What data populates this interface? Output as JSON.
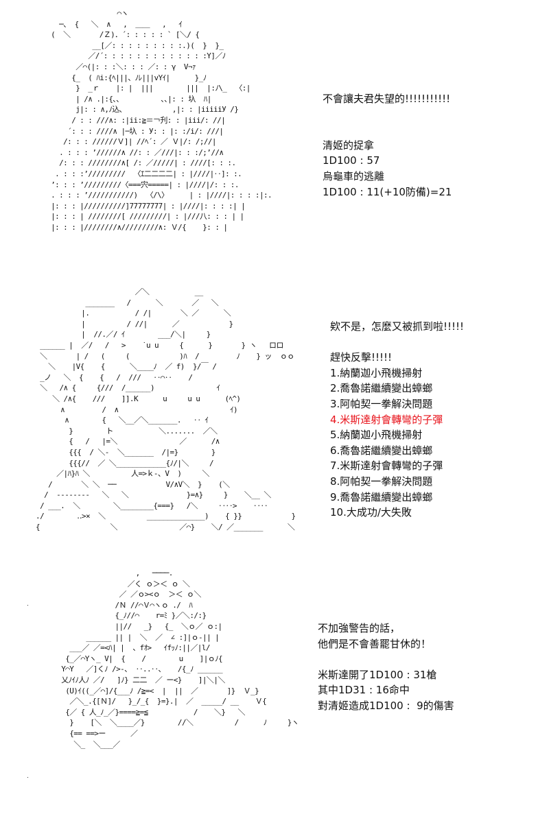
{
  "panels": [
    {
      "id": "panel-1",
      "ascii_art": [
        "                    ⌒ヽ",
        "      ─、 {   ＼  ∧   ,  ＿＿   ,   ｲ",
        "    (  ＼       /Ｚ)．´: : : : : ` [＼/ {",
        "              __[／: : : : : : : : :.)(  }  }_",
        "             ／/´: : : : : : : : : : : : :Y]／ﾉ",
        "          ／⌒(|: : :＼: : : ／: : γ  V¬ｧ",
        "         {_  ( ﾊi:{ﾍ|||、ﾉﾚ|||vYｲ|      }_ﾉ",
        "          }  _ｒ    |: |  |||        |||  |:ﾉ\\_  〈:|",
        "          | /∧ .|:{､､          ､､|: : 圦  ﾊ|",
        "          j|: : ∧,ﾉ込､            ,|: : |iiiiiУ /}",
        "         / : : ///∧: :|ii:≧＝￢刋: : |iii/: //|",
        "        ´: : : ////∧ |─圦 : У: : |: :/i/: ///|",
        "       /: : : //////Ｖ]| //ﾍ´: ／ Ｖ|/: /;//|",
        "      . : : : ’//////∧ //: : ／///|: : :/;’//∧",
        "      /: : : ////////∧[ /: ／/////| : ////[: : :.",
        "     . : : :’/////////  〈ｴ二二二二| : |////|‥]: :.",
        "    ’: : : ’/////////〈===宍=====| : |////|/: : :.",
        "    . : : : ’///////////)  〈/\\〉     | : |////|: : : :|:.",
        "    |: : : |//////////]77777777| : |////|: : : :| |",
        "    |: : : | ////////[ /////////| : |///八: : : | |",
        "    |: : : |////////∧/////////∧: Ｖ/{    }: : |"
      ],
      "text": [
        {
          "text": "不會讓夫君失望的!!!!!!!!!!!",
          "color": "#111111"
        },
        {
          "gap": true
        },
        {
          "gap": true
        },
        {
          "text": "清姬的捉拿",
          "color": "#111111"
        },
        {
          "text": "1D100 : 57",
          "color": "#111111"
        },
        {
          "text": "烏龜車的逃離",
          "color": "#111111"
        },
        {
          "text": "1D100 : 11(+10防備)=21",
          "color": "#111111"
        }
      ]
    },
    {
      "id": "panel-2",
      "ascii_art": [
        "                          ／＼           __",
        "              _______   /      ＼       ／   ＼",
        "             |.           / /|       ＼ ／      ＼",
        "             |          / //|      ／            }",
        "             |  //.／/ ｲ        ___/＼|     }",
        "   ______ |  ／/   /   >    ˙u u     {      }       } ヽ   ロロ",
        "   ＼       | /   (     (            )ﾊ  /         ﾉ    } ッ  ｏｏ",
        "     ＼    |V{    {      ＼____ﾉ  ／ f)  }/￣ /",
        "   _ノ   ＼  {    {   /  ///   ‥⌒‥    /",
        "   ＼   /∧ {     {///  /______)               ｲ",
        "      ＼ /∧{    ///    ]].K      u     u u      (ﾍ^)",
        "        ∧         /  ∧                           ｲ)",
        "         ∧        {   ＼__／＼_______.   ‥ ｲ",
        "          }        ト           ＼.......  ／＼",
        "          {   /   |=＼               ／      /∧",
        "          {{{  / ＼-  ＼_______  /|=}        }",
        "          {{{//  ／ ＼____________{ﾉ/|＼     /",
        "       ／|ﾊ}ﾊ ＼          人=>ｋ-、V  )     ＼",
        "     /       ＼ ＼  ──            V/∧V＼  }    (＼",
        "    /  --------   ＼   ＼              }=∧}     }    ＼__ ＼",
        "   / ___.  ＼        ＼________{===}   /＼     ‥‥>    ‥‥",
        "  ./        ‥>×  ＼          ______________)    { }}            }",
        "  {                 ＼               ／⌒}    ＼/ ／_______      ＼"
      ],
      "text": [
        {
          "text": "欸不是，怎麼又被抓到啦!!!!!",
          "color": "#111111"
        },
        {
          "gap": true
        },
        {
          "text": "趕快反擊!!!!!",
          "color": "#111111"
        },
        {
          "text": "1.納蘭迦小飛機掃射",
          "color": "#111111"
        },
        {
          "text": "2.喬魯諾繼續變出蟑螂",
          "color": "#111111"
        },
        {
          "text": "3.阿帕契一拳解決問題",
          "color": "#111111"
        },
        {
          "text": "4.米斯達射會轉彎的子彈",
          "color": "#e8141c"
        },
        {
          "text": "5.納蘭迦小飛機掃射",
          "color": "#111111"
        },
        {
          "text": "6.喬魯諾繼續變出蟑螂",
          "color": "#111111"
        },
        {
          "text": "7.米斯達射會轉彎的子彈",
          "color": "#111111"
        },
        {
          "text": "8.阿帕契一拳解決問題",
          "color": "#111111"
        },
        {
          "text": "9.喬魯諾繼續變出蟑螂",
          "color": "#111111"
        },
        {
          "text": "10.大成功/大失敗",
          "color": "#111111"
        }
      ]
    },
    {
      "id": "panel-3",
      "ascii_art": [
        "                           ,   ────.",
        "                         ／く ｏ＞＜ ｏ ＼",
        "                       ／ ／ｏ><ｏ  ＞＜ ｏ＼",
        "                      /Ｎ //⌒Ｖ⌒ヽｏ ./  ﾊ",
        "                      {_ﾉ//⌒    r=ﾐ }／＼:/:}",
        "                      ||//   _}   {_  ＼ｏ／ ｏ:|",
        "               ______ || |  ＼  ／  ∠ :]|ｏ-|| |",
        "           ___／ ／=<ﾊ| |  、fｵ>   ｲfｯﾉ:||／|l/",
        "          {_／⌒Yヽ_ V|  {    /        u    ]|ｏﾉ{",
        "         Y⌒Y   ／]くﾉ />-、 ‥..‥、   /{_ﾉ ______",
        "         乂ﾉｲﾉ人ﾉ ／/   ]ﾉ} 二二  ／ ー<}    ]|＼|＼",
        "          (U)ｲ((_／⌒]/{___ﾉ /≧=<  |  ||  ／       ]}  Ｖ_}",
        "           ／＼_.{[Ｎ]/   }_/_{  }=}.|  ／  _____/ __    Ｖ{",
        "          {／ { 人_ﾉ_／}====≧=≦           /    ＼}   ＼",
        "           }    [＼  ＼____／}        //＼          /      ﾉ     }ヽ",
        "           {== ==>ー      ／",
        "            ＼_  ＼___／"
      ],
      "text": [
        {
          "text": "不加強警告的話，",
          "color": "#111111"
        },
        {
          "text": "他們是不會善罷甘休的！",
          "color": "#111111"
        },
        {
          "gap": true
        },
        {
          "text": "米斯達開了1D100 : 31槍",
          "color": "#111111"
        },
        {
          "text": "其中1D31 : 16命中",
          "color": "#111111"
        },
        {
          "text": "對清姬造成1D100 :  9的傷害",
          "color": "#111111"
        }
      ]
    }
  ]
}
